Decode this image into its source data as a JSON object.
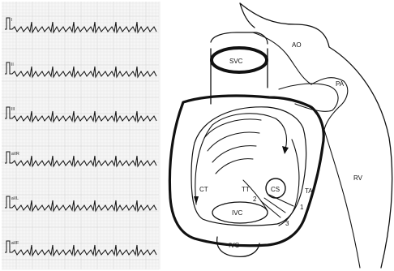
{
  "ecg_panel": {
    "leads": [
      {
        "label": "I"
      },
      {
        "label": "II"
      },
      {
        "label": "III"
      },
      {
        "label": "aVR"
      },
      {
        "label": "aVL"
      },
      {
        "label": "aVF"
      }
    ]
  },
  "heart_diagram": {
    "labels": {
      "ao": "AO",
      "pa": "PA",
      "svc": "SVC",
      "rv": "RV",
      "ct": "CT",
      "tt": "TT",
      "cs": "CS",
      "ta": "TA",
      "ivc_inner": "IVC",
      "ivc_outer": "IVC",
      "site_1": "1",
      "site_2": "2",
      "site_3": "3"
    }
  }
}
